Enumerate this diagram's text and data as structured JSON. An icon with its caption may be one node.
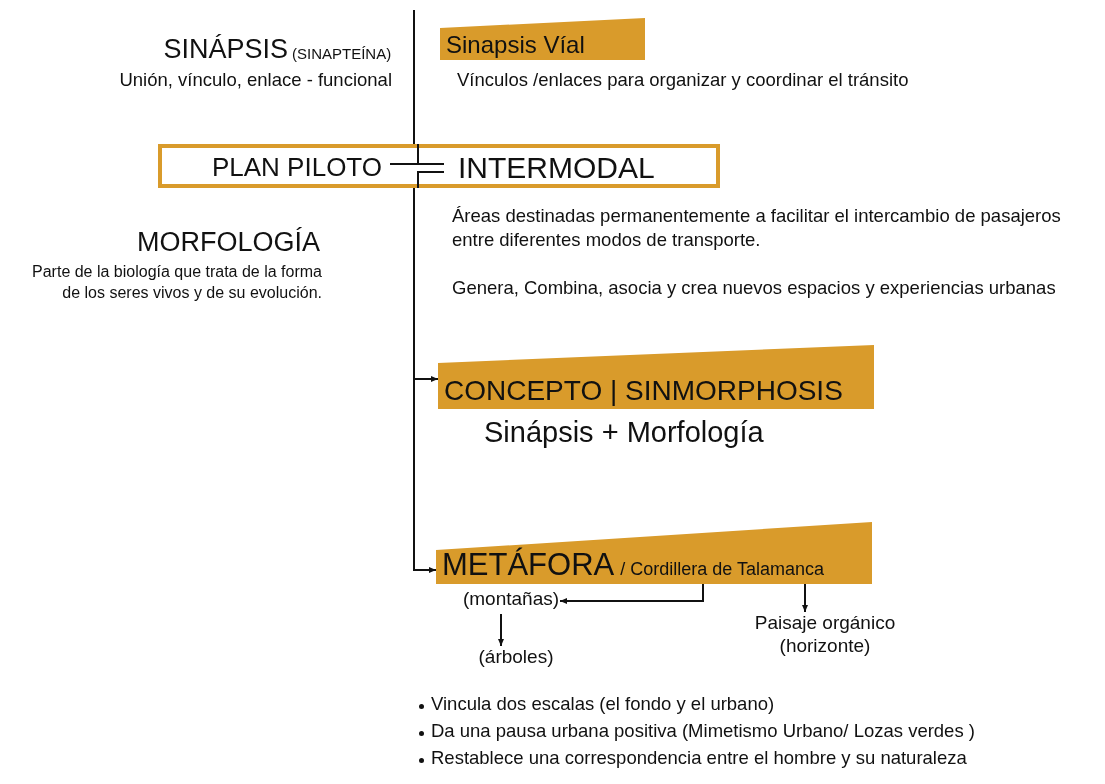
{
  "diagram": {
    "nodes": [
      {
        "text": [
          "Sinapsis Víal"
        ],
        "beside": [
          "Vínculos /enlaces  para organizar y coordinar el tránsito"
        ]
      },
      {
        "text": [
          "PLAN PILOTO",
          "INTERMODAL"
        ]
      },
      {
        "text": [
          "CONCEPTO | SINMORPHOSIS"
        ],
        "beside": [
          "Sinápsis + Morfología"
        ]
      },
      {
        "text": [
          "METÁFORA",
          "/ Cordillera de Talamanca"
        ]
      },
      {
        "text": [
          "(montañas)"
        ]
      },
      {
        "text": [
          "(árboles)"
        ]
      },
      {
        "text": [
          "Paisaje orgánico (horizonte)"
        ]
      }
    ],
    "edges": [
      {
        "from": 1,
        "to": 2,
        "arrow": "to"
      },
      {
        "from": 1,
        "to": 3,
        "arrow": "to"
      },
      {
        "from": 3,
        "to": 4,
        "arrow": "to"
      },
      {
        "from": 4,
        "to": 5,
        "arrow": "to"
      },
      {
        "from": 3,
        "to": 6,
        "arrow": "to"
      }
    ],
    "labels": [
      "SINÁPSIS",
      "(SINAPTEÍNA)",
      "Unión, vínculo, enlace - funcional",
      "MORFOLOGÍA",
      "Parte de la biología que trata de la forma de los seres vivos y de su evolución.",
      "Áreas destinadas permanentemente a facilitar el intercambio de pasajeros entre diferentes modos de transporte.",
      "Genera, Combina, asocia y crea nuevos espacios y experiencias urbanas",
      "Vincula dos escalas (el fondo y el urbano)",
      "Da una pausa urbana positiva (Mimetismo Urbano/ Lozas verdes )",
      "Restablece una correspondencia entre el hombre y su naturaleza"
    ]
  }
}
